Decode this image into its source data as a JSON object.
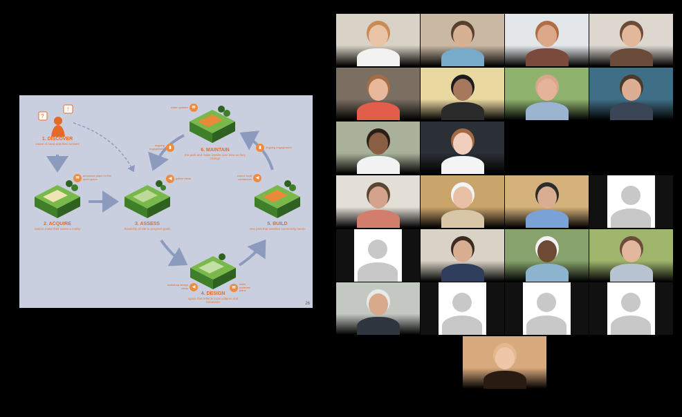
{
  "slide": {
    "page_number": "26",
    "stages": [
      {
        "key": "discover",
        "title": "1. DISCOVER",
        "desc": "cause of need and their motives"
      },
      {
        "key": "acquire",
        "title": "2. ACQUIRE",
        "desc": "land to make their wants a reality"
      },
      {
        "key": "assess",
        "title": "3. ASSESS",
        "desc": "feasibility of site to program goals"
      },
      {
        "key": "design",
        "title": "4. DESIGN",
        "desc": "space that reflects local cultures and behaviors"
      },
      {
        "key": "build",
        "title": "5. BUILD",
        "desc": "new park that satisfies community needs"
      },
      {
        "key": "maintain",
        "title": "6. MAINTAIN",
        "desc": "the park and make repairs over time as they change"
      }
    ],
    "callouts": {
      "share_updates": "share updates",
      "ongoing_engagement_1": "ongoing engagement",
      "ongoing_engagement_2": "ongoing engagement",
      "gather_ideas": "gather ideas",
      "source_local_contractors": "source local contractors",
      "announce_plans": "announce plans for the open space",
      "workshop_design_ideas": "workshop design ideas",
      "listen_preferred_plans": "listen preferred plans"
    },
    "colors": {
      "background": "#c9cfde",
      "accent": "#e46a27",
      "arrow": "#8c9bbd",
      "ground": "#6cae3f"
    }
  },
  "gallery": {
    "participants": [
      {
        "type": "video",
        "bg": "#d9d2c6",
        "skin": "#e8c3a6",
        "shirt": "#f2f2f2",
        "hair": "#c98a55"
      },
      {
        "type": "video",
        "bg": "#c9b9a4",
        "skin": "#d8b093",
        "shirt": "#78aac9",
        "hair": "#5a3f2d"
      },
      {
        "type": "video",
        "bg": "#e4e7ea",
        "skin": "#dba98a",
        "shirt": "#7b4a3c",
        "hair": "#b06d45"
      },
      {
        "type": "video",
        "bg": "#ddd7d0",
        "skin": "#e2b79a",
        "shirt": "#6b4c3a",
        "hair": "#6b4c36"
      },
      {
        "type": "video",
        "bg": "#7b6f62",
        "skin": "#e7b89c",
        "shirt": "#e25d4a",
        "hair": "#a56d45"
      },
      {
        "type": "video",
        "bg": "#e9d9a0",
        "skin": "#a6785c",
        "shirt": "#2b2b2b",
        "hair": "#1c1c1c"
      },
      {
        "type": "video",
        "bg": "#8fb26e",
        "skin": "#e4b39a",
        "shirt": "#9bb4d2",
        "hair": "#d9a88c"
      },
      {
        "type": "video",
        "bg": "#3f6f86",
        "skin": "#dcae93",
        "shirt": "#3a4556",
        "hair": "#4a3a2a"
      },
      {
        "type": "video",
        "bg": "#a9b19a",
        "skin": "#8a5e44",
        "shirt": "#f2f2f2",
        "hair": "#2a1f18"
      },
      {
        "type": "video",
        "bg": "#2b2f36",
        "skin": "#f0cfbd",
        "shirt": "#f4f4f4",
        "hair": "#a46a45"
      },
      {
        "type": "video",
        "bg": "#e3dfd6",
        "skin": "#d4a38b",
        "shirt": "#d37d6c",
        "hair": "#5a4634"
      },
      {
        "type": "video",
        "bg": "#c9a56b",
        "skin": "#e7c0a6",
        "shirt": "#d7c7a7",
        "hair": "#f4f4f4"
      },
      {
        "type": "video",
        "bg": "#d5b27c",
        "skin": "#d8ad92",
        "shirt": "#7aa2d6",
        "hair": "#2c2c2c"
      },
      {
        "type": "avatar"
      },
      {
        "type": "avatar"
      },
      {
        "type": "video",
        "bg": "#d9d3c6",
        "skin": "#d8ae93",
        "shirt": "#2f3e5c",
        "hair": "#3c2b20"
      },
      {
        "type": "video",
        "bg": "#87a26c",
        "skin": "#6e4a35",
        "shirt": "#8db4cf",
        "hair": "#f2f2f2"
      },
      {
        "type": "video",
        "bg": "#9fb56c",
        "skin": "#e3b79b",
        "shirt": "#b7c3d0",
        "hair": "#6b4c3a"
      },
      {
        "type": "video",
        "bg": "#c3c9c2",
        "skin": "#d8a98b",
        "shirt": "#2f3640",
        "hair": "#e9e9e9"
      },
      {
        "type": "avatar"
      },
      {
        "type": "avatar"
      },
      {
        "type": "avatar"
      },
      {
        "type": "video",
        "bg": "#d8a97c",
        "skin": "#efc7a8",
        "shirt": "#2a1b12",
        "hair": "#e2b88e"
      }
    ]
  }
}
